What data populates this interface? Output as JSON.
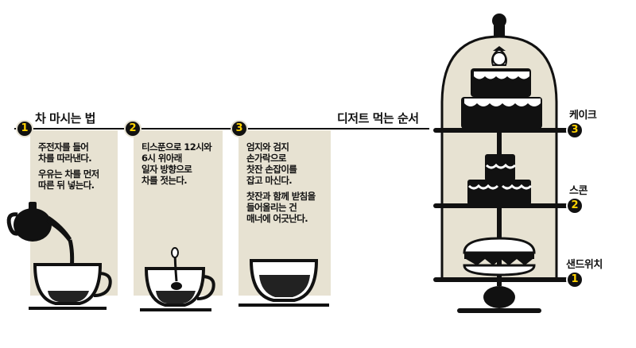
{
  "tea_section": {
    "title": "차 마시는 법",
    "steps": [
      {
        "number": "1",
        "lines": [
          "주전자를 들어",
          "차를 따라낸다.",
          "",
          "우유는 차를 먼저",
          "따른 뒤 넣는다."
        ]
      },
      {
        "number": "2",
        "lines": [
          "티스푼으로 12시와",
          "6시 위아래",
          "일자 방향으로",
          "차를 젓는다."
        ]
      },
      {
        "number": "3",
        "lines": [
          "엄지와 검지",
          "손가락으로",
          "찻잔 손잡이를",
          "잡고 마신다.",
          "",
          "찻잔과 함께 받침을",
          "들어올리는 건",
          "매너에 어긋난다."
        ]
      }
    ]
  },
  "dessert_section": {
    "title": "디저트 먹는 순서",
    "tiers": [
      {
        "number": "3",
        "label": "케이크"
      },
      {
        "number": "2",
        "label": "스콘"
      },
      {
        "number": "1",
        "label": "샌드위치"
      }
    ]
  },
  "colors": {
    "panel": "#e7e2d2",
    "ink": "#111111",
    "accent": "#ffd200",
    "dome": "#e7e2d2"
  },
  "icons": [
    "teapot-icon",
    "teacup-icon",
    "teaspoon-icon",
    "cake-stand-icon",
    "cake-icon",
    "scone-icon",
    "sandwich-icon",
    "strawberry-icon"
  ]
}
